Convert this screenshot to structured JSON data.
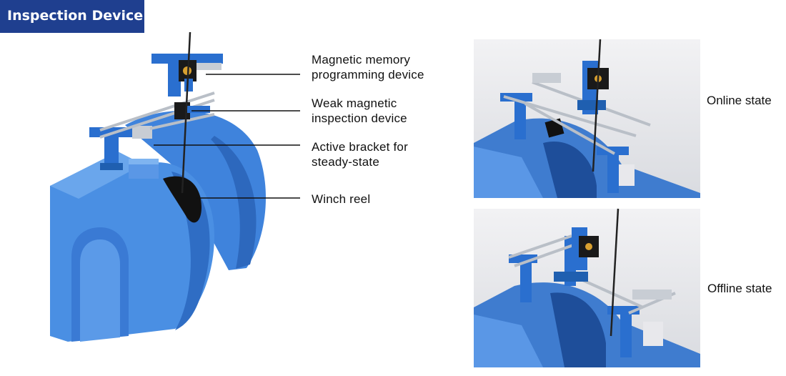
{
  "header": {
    "title": "Inspection Device"
  },
  "callouts": [
    {
      "line1": "Magnetic memory",
      "line2": "programming device"
    },
    {
      "line1": "Weak magnetic",
      "line2": "inspection device"
    },
    {
      "line1": "Active bracket for",
      "line2": "steady-state"
    },
    {
      "line1": "Winch reel",
      "line2": ""
    }
  ],
  "states": {
    "online": "Online state",
    "offline": "Offline state"
  },
  "colors": {
    "header": "#1f3f8f",
    "machine_blue": "#3f83dc",
    "dark_blue": "#1f5fb0",
    "bracket": "#2a6fcf"
  }
}
